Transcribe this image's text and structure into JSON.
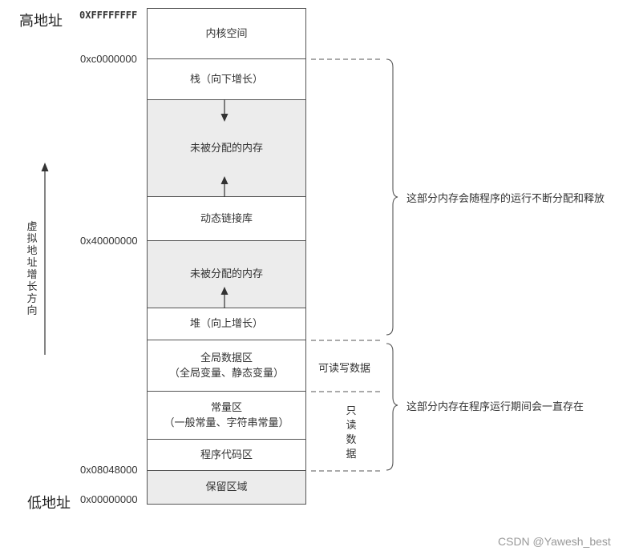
{
  "high_address_label": "高地址",
  "low_address_label": "低地址",
  "addresses": {
    "top": "0XFFFFFFFF",
    "kernel": "0xc0000000",
    "mid": "0x40000000",
    "code": "0x08048000",
    "zero": "0x00000000"
  },
  "segments": {
    "kernel": "内核空间",
    "stack": "栈（向下增长）",
    "unalloc1": "未被分配的内存",
    "shared_lib": "动态链接库",
    "unalloc2": "未被分配的内存",
    "heap": "堆（向上增长）",
    "global_line1": "全局数据区",
    "global_line2": "（全局变量、静态变量）",
    "const_line1": "常量区",
    "const_line2": "（一般常量、字符串常量）",
    "code": "程序代码区",
    "reserved": "保留区域"
  },
  "vertical_axis_label": [
    "虚",
    "拟",
    "地",
    "址",
    "增",
    "长",
    "方",
    "向"
  ],
  "rw_data_label": "可读写数据",
  "readonly_label": [
    "只",
    "读",
    "数",
    "据"
  ],
  "brace_upper_text": "这部分内存会随程序的运行不断分配和释放",
  "brace_lower_text": "这部分内存在程序运行期间会一直存在",
  "watermark": "CSDN @Yawesh_best"
}
